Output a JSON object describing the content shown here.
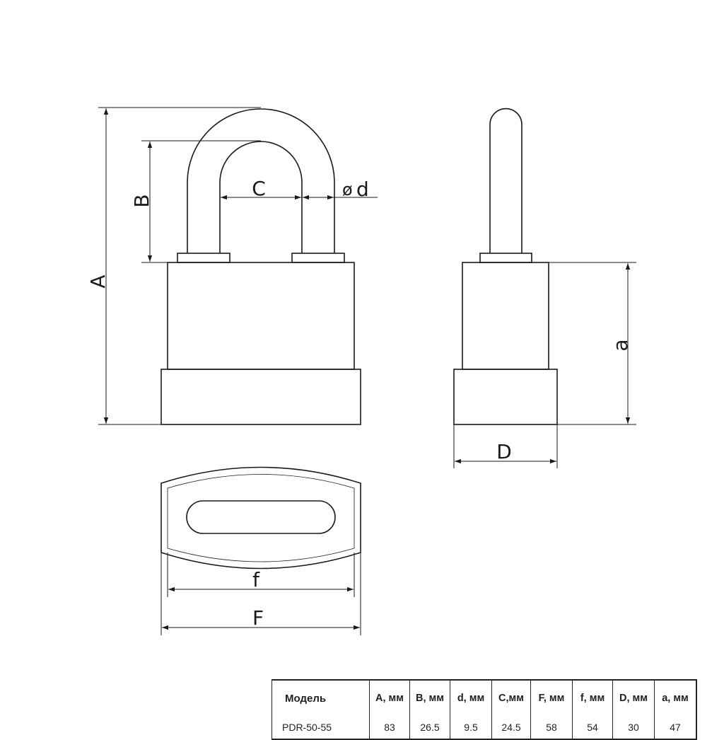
{
  "labels": {
    "A": "A",
    "B": "B",
    "C": "C",
    "d": "d",
    "diameter_symbol": "ø",
    "a": "a",
    "D": "D",
    "f": "f",
    "F": "F"
  },
  "table": {
    "headers": [
      "Модель",
      "A, мм",
      "B, мм",
      "d, мм",
      "C,мм",
      "F, мм",
      "f, мм",
      "D, мм",
      "a, мм"
    ],
    "rows": [
      [
        "PDR-50-55",
        "83",
        "26.5",
        "9.5",
        "24.5",
        "58",
        "54",
        "30",
        "47"
      ]
    ]
  }
}
